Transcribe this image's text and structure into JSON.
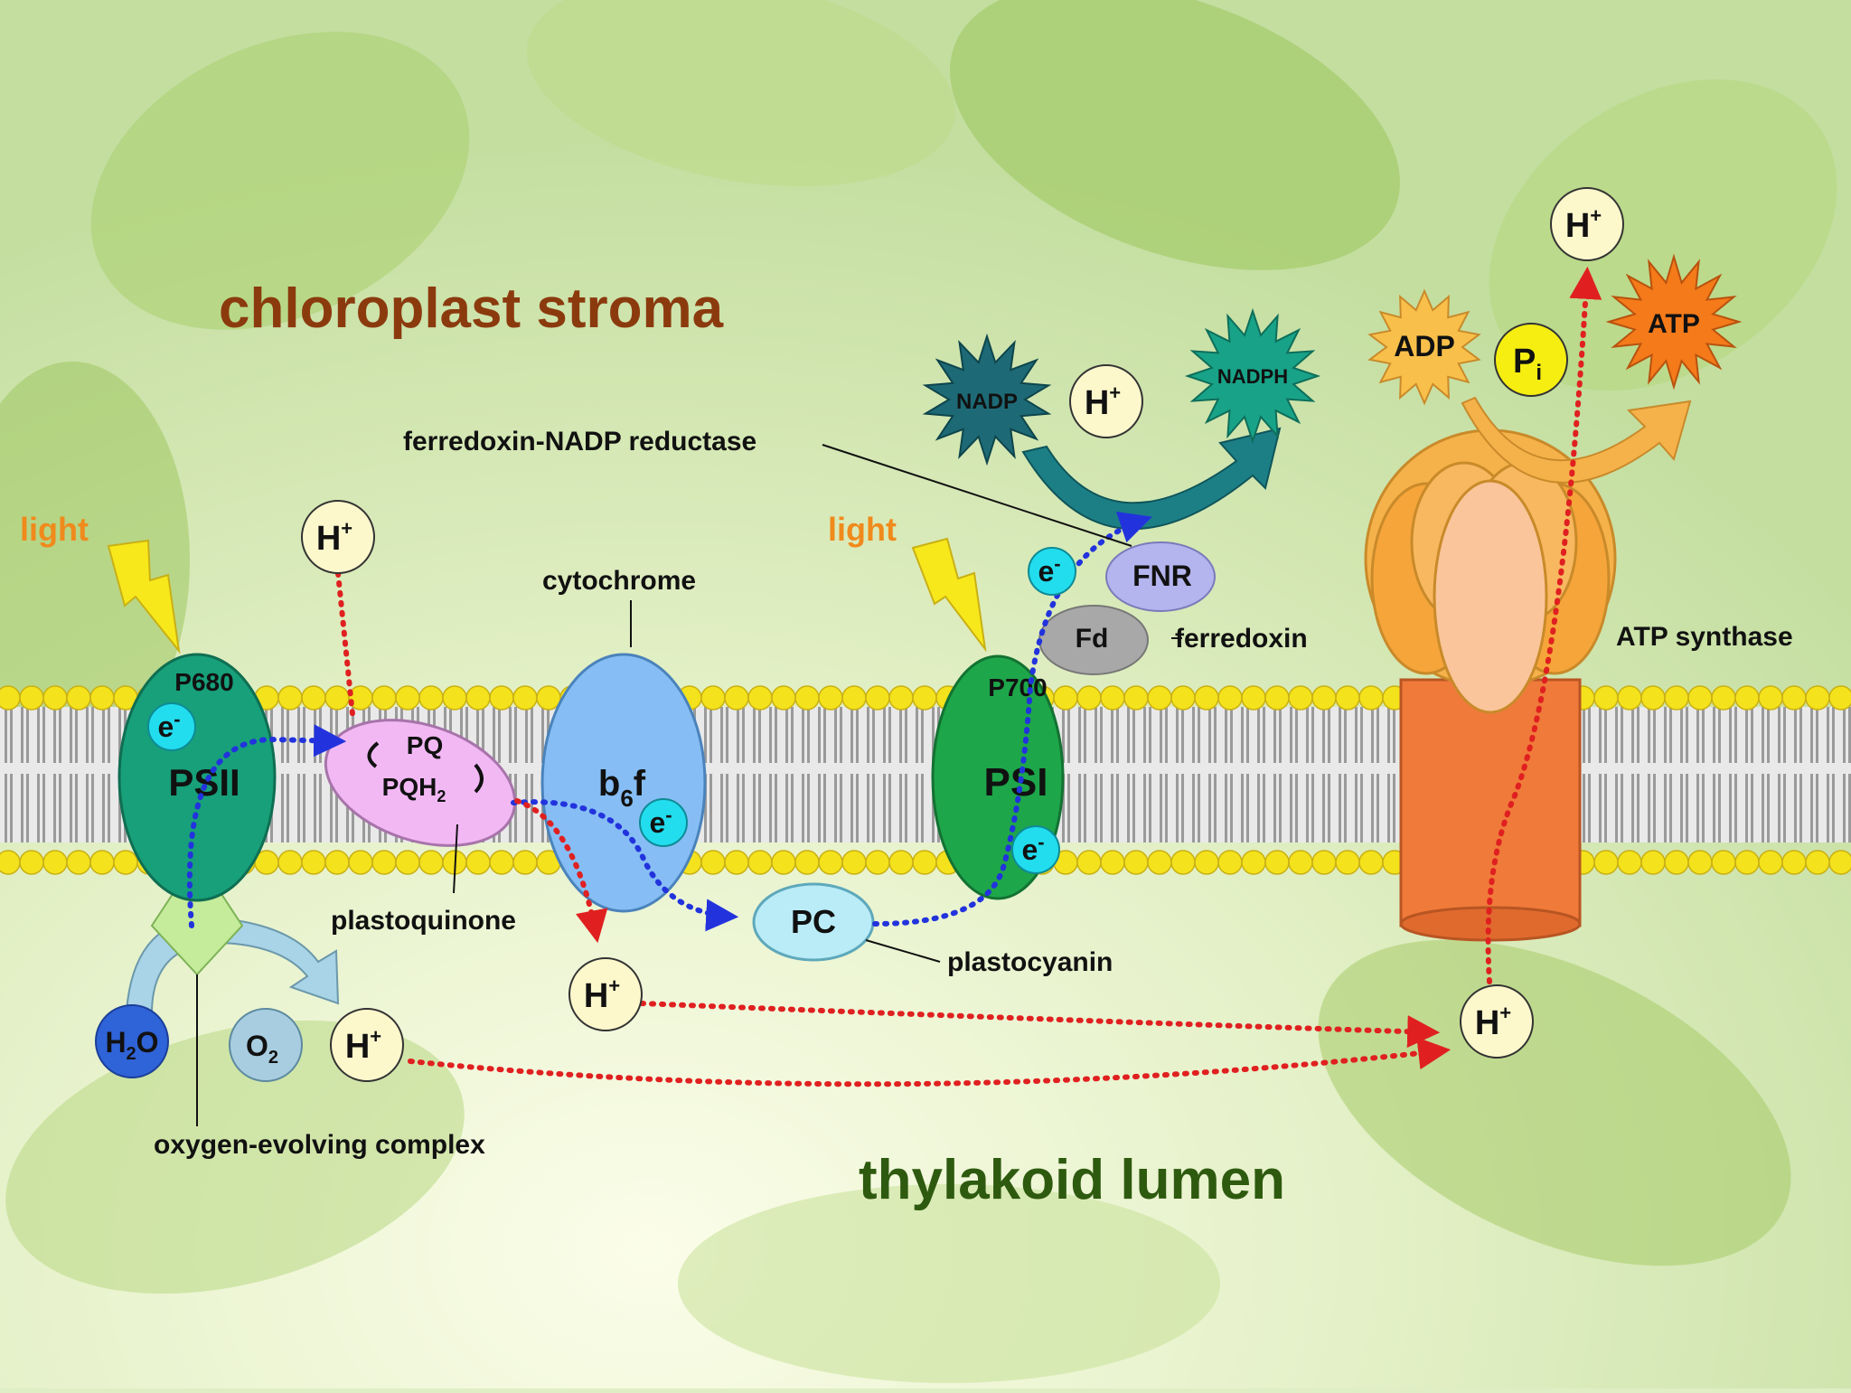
{
  "regions": {
    "stroma": "chloroplast stroma",
    "lumen": "thylakoid lumen"
  },
  "light_label": "light",
  "complexes": {
    "psii": {
      "label": "PSII",
      "pigment": "P680"
    },
    "psi": {
      "label": "PSI",
      "pigment": "P700"
    },
    "b6f": {
      "label_main": "b",
      "label_sub": "6",
      "label_end": "f"
    },
    "pq": {
      "top": "PQ",
      "bottom_main": "PQH",
      "bottom_sub": "2"
    },
    "pc": {
      "label": "PC"
    },
    "fnr": {
      "label": "FNR"
    },
    "fd": {
      "label": "Fd"
    }
  },
  "labels": {
    "ferredoxin_nadp_reductase": "ferredoxin-NADP reductase",
    "cytochrome": "cytochrome",
    "ferredoxin": "ferredoxin",
    "atp_synthase": "ATP synthase",
    "plastoquinone": "plastoquinone",
    "plastocyanin": "plastocyanin",
    "oxygen_evolving_complex": "oxygen-evolving complex"
  },
  "molecules": {
    "proton_main": "H",
    "proton_sup": "+",
    "electron_main": "e",
    "electron_sup": "-",
    "water_main": "H",
    "water_sub": "2",
    "water_end": "O",
    "oxygen_main": "O",
    "oxygen_sub": "2",
    "nadp": "NADP",
    "nadph": "NADPH",
    "adp": "ADP",
    "atp": "ATP",
    "pi_main": "P",
    "pi_sub": "i"
  },
  "colors": {
    "stroma_text": "#8b3a0e",
    "lumen_text": "#2e5a0f",
    "light_text": "#f08a1c",
    "psii": "#17a07a",
    "psi": "#1ea64a",
    "b6f": "#86bdf4",
    "pq": "#f2b8f4",
    "pc": "#b9ecf7",
    "fnr": "#b4b4ee",
    "fd": "#a8a8a8",
    "proton_flow": "#e02020",
    "electron_flow": "#2233dd",
    "atp_head": "#f6b24a",
    "atp_stalk": "#f07a3a",
    "lipid_head": "#f4e21c"
  }
}
